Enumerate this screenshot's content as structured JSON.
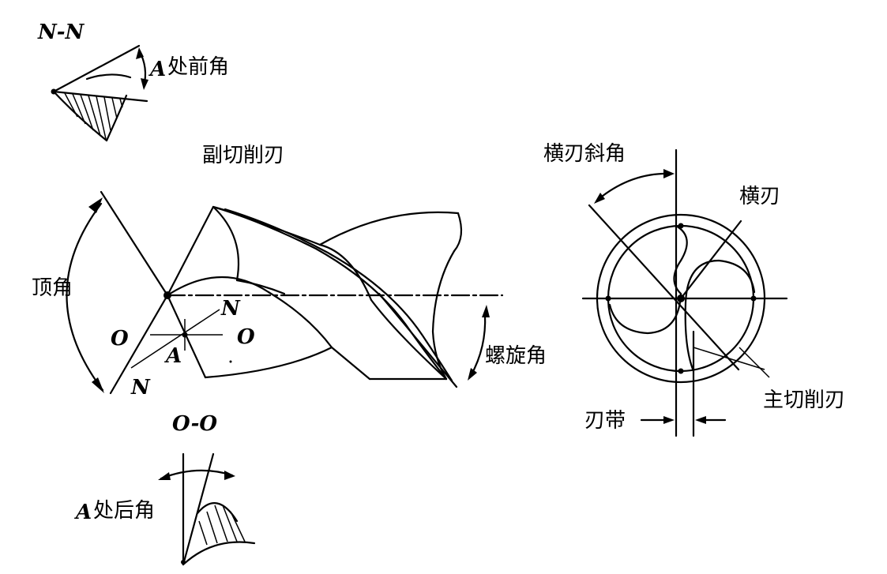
{
  "labels": {
    "nn_section": "N-N",
    "rake_angle_a_bold": "A",
    "rake_angle_a_text": "处前角",
    "minor_cutting_edge": "副切削刃",
    "point_angle": "顶角",
    "n_upper": "N",
    "o_left": "O",
    "a_point": "A",
    "o_right": "O",
    "n_lower": "N",
    "helix_angle": "螺旋角",
    "oo_section": "O-O",
    "clearance_angle_a_bold": "A",
    "clearance_angle_a_text": "处后角",
    "chisel_edge_angle": "横刃斜角",
    "chisel_edge": "横刃",
    "major_cutting_edge": "主切削刃",
    "margin": "刃带"
  },
  "colors": {
    "ink": "#000000",
    "background": "#ffffff"
  }
}
